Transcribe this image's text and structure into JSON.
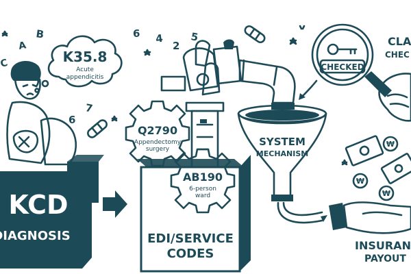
{
  "colors": {
    "ink": "#1d4a57",
    "paper": "#ffffff",
    "tint": "#e6eef0"
  },
  "letters": [
    "A",
    "B",
    "C"
  ],
  "numbers": [
    "6",
    "4",
    "2",
    "5",
    "6",
    "7"
  ],
  "diagnosis": {
    "code": "K35.8",
    "desc_line1": "Acute",
    "desc_line2": "appendicitis",
    "box_line1": "KCD",
    "box_line2": "DIAGNOSIS"
  },
  "service": {
    "code1": "Q2790",
    "code1_desc_line1": "Appendectomy",
    "code1_desc_line2": "surgery",
    "code2": "AB190",
    "code2_desc_line1": "6-person",
    "code2_desc_line2": "ward",
    "box_line1": "EDI/SERVICE",
    "box_line2": "CODES"
  },
  "system": {
    "line1": "SYSTEM",
    "line2": "MECHANISM"
  },
  "claim": {
    "stamp": "CHECKED",
    "line1": "CLA",
    "line2": "CHEC"
  },
  "payout": {
    "line1": "INSURAN",
    "line2": "PAYOUT",
    "coin_symbol": "₩"
  },
  "icons": [
    "bandage-icon",
    "star-icon",
    "key-icon",
    "magnifier-icon",
    "gear-icon",
    "funnel-icon",
    "robot-arm-icon",
    "hand-icon",
    "banknote-icon",
    "coin-icon",
    "arrow-icon"
  ]
}
